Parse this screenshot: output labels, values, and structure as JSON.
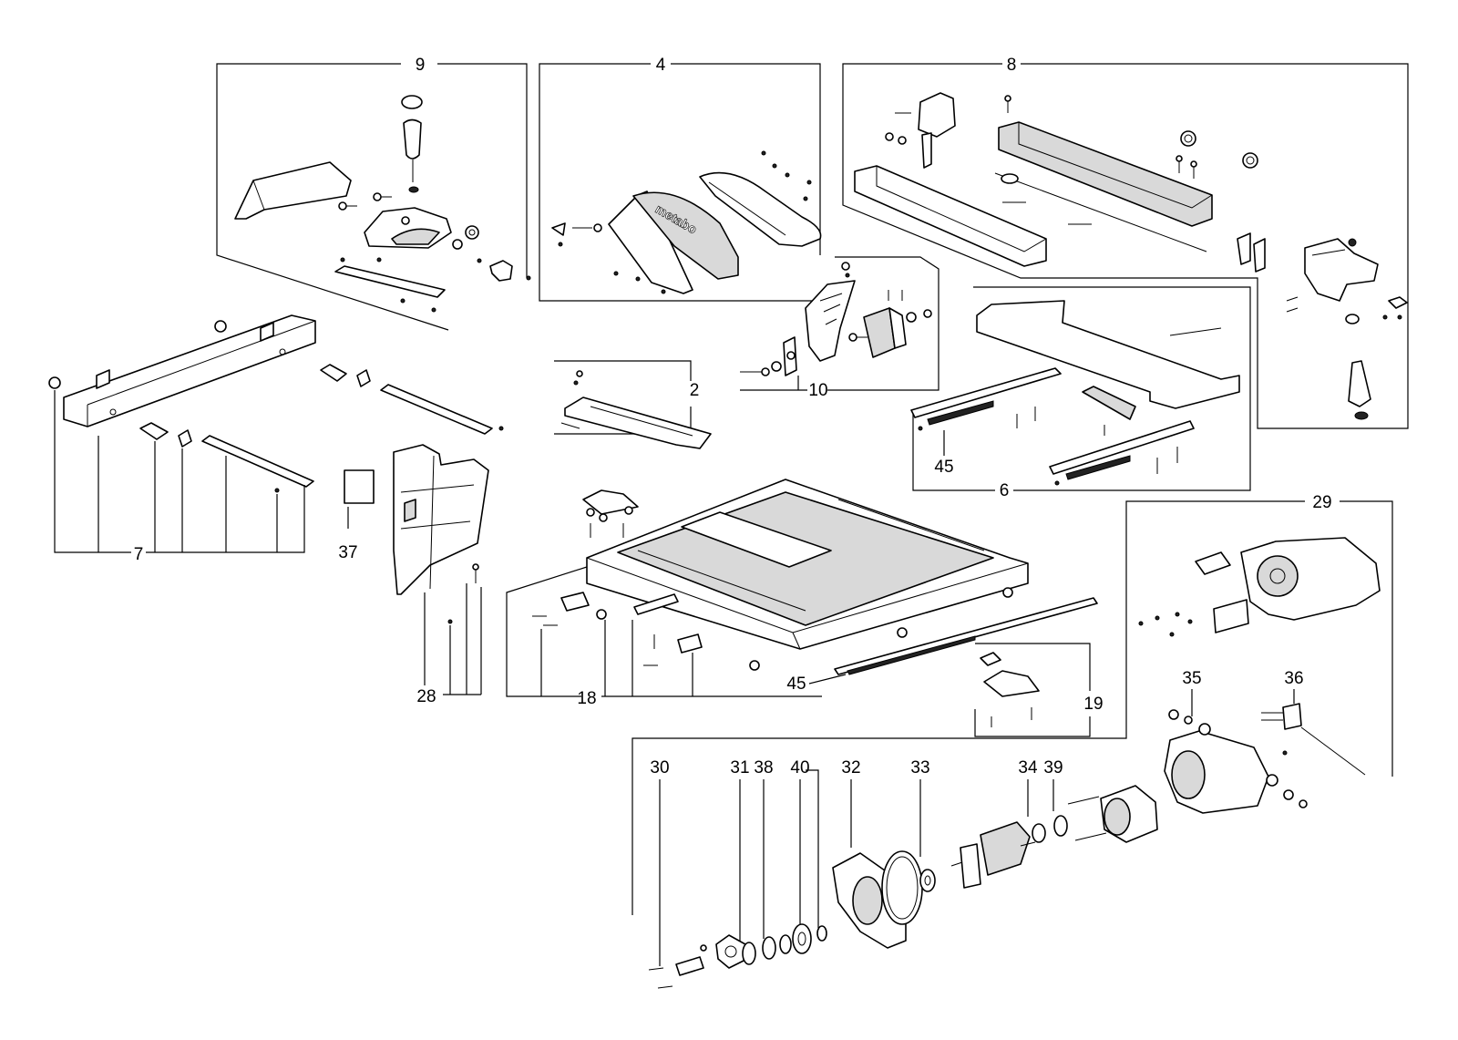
{
  "callouts": {
    "c9": "9",
    "c4": "4",
    "c8": "8",
    "c10": "10",
    "c2": "2",
    "c7": "7",
    "c37": "37",
    "c28": "28",
    "c18": "18",
    "c45a": "45",
    "c45b": "45",
    "c6": "6",
    "c29": "29",
    "c19": "19",
    "c35": "35",
    "c36": "36",
    "c30": "30",
    "c31": "31",
    "c38": "38",
    "c40": "40",
    "c32": "32",
    "c33": "33",
    "c34": "34",
    "c39": "39"
  },
  "brand": "metabo"
}
